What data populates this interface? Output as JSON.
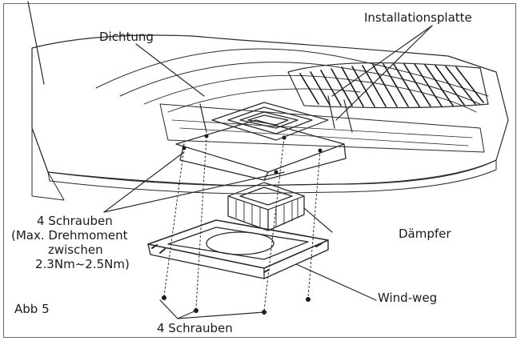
{
  "labels": {
    "seal": "Dichtung",
    "install_plate": "Installationsplatte",
    "screws_top": "4 Schrauben",
    "torque_1": "(Max. Drehmoment",
    "torque_2": "zwischen",
    "torque_3": "2.3Nm~2.5Nm)",
    "damper": "Dämpfer",
    "wind_way": "Wind-weg",
    "figure": "Abb 5",
    "screws_bottom": "4 Schrauben"
  }
}
